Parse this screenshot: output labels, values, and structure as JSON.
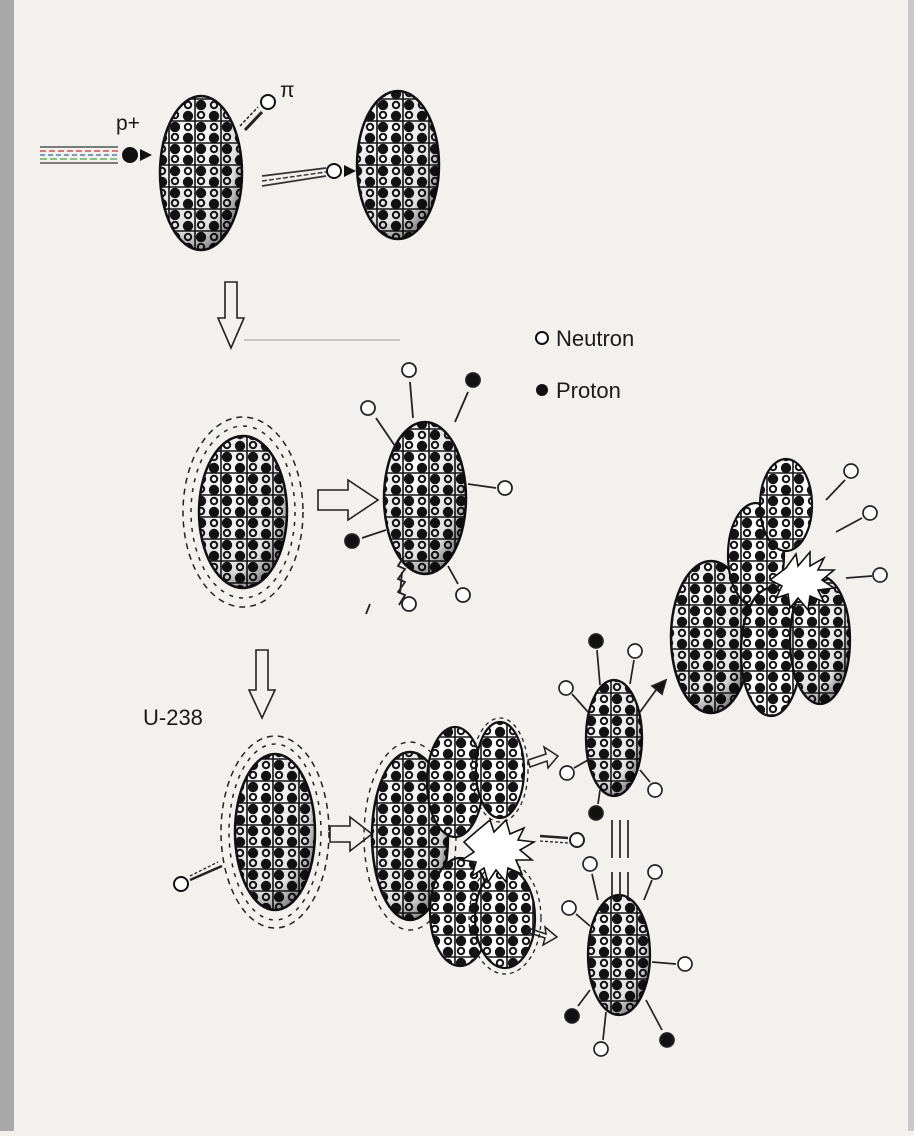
{
  "labels": {
    "proton_beam": "p+",
    "pion": "π",
    "uranium": "U-238"
  },
  "legend": {
    "neutron": "Neutron",
    "proton": "Proton"
  },
  "colors": {
    "page": "#f2f1ee",
    "ink": "#151515",
    "left_bar": "#a9a9aa"
  }
}
